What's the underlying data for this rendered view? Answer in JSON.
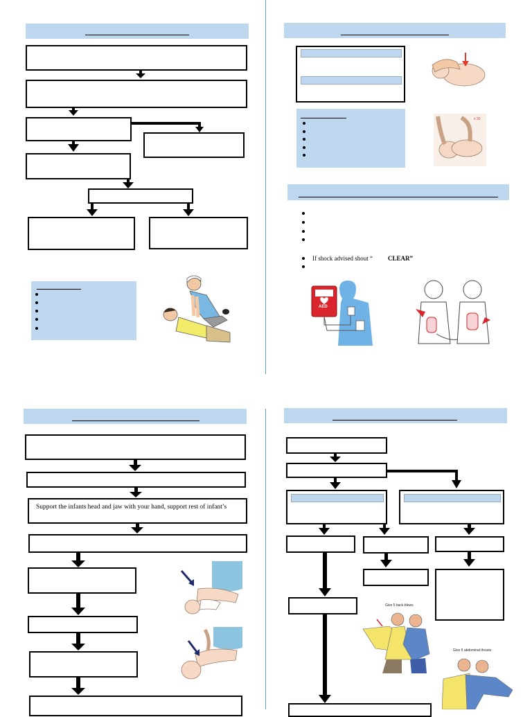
{
  "aed": {
    "shout_prefix": "If shock advised shout “",
    "shout_word": "CLEAR",
    "shout_suffix": "”"
  },
  "infant_choking": {
    "support_text": "Support the infants head and jaw with your hand, support rest of infant’s"
  },
  "choking_images": {
    "back_blows_caption": "Give 5 back blows",
    "thrusts_caption": "Give 5 abdominal thrusts"
  },
  "colors": {
    "panel_blue": "#bdd7ee",
    "divider_blue": "#5b9bd5",
    "aed_red": "#d9252b",
    "body_blue": "#6fb3e6"
  }
}
